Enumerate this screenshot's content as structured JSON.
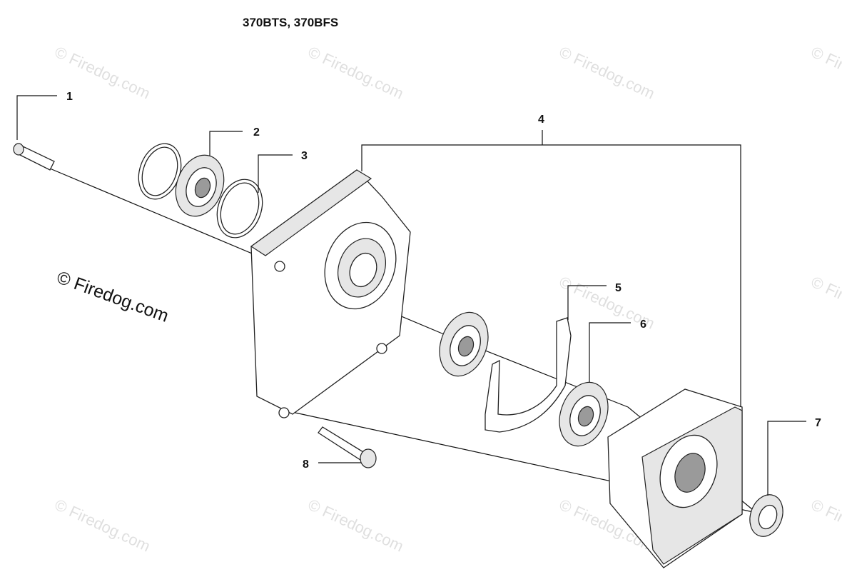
{
  "header": {
    "title": "370BTS, 370BFS"
  },
  "watermark": {
    "text": "© Firedog.com"
  },
  "callouts": [
    {
      "label": "1",
      "part": "screw"
    },
    {
      "label": "2",
      "part": "bearing"
    },
    {
      "label": "3",
      "part": "circlip"
    },
    {
      "label": "4",
      "part": "crankcase"
    },
    {
      "label": "5",
      "part": "gasket"
    },
    {
      "label": "6",
      "part": "bearing"
    },
    {
      "label": "7",
      "part": "seal-ring"
    },
    {
      "label": "8",
      "part": "screw"
    }
  ]
}
